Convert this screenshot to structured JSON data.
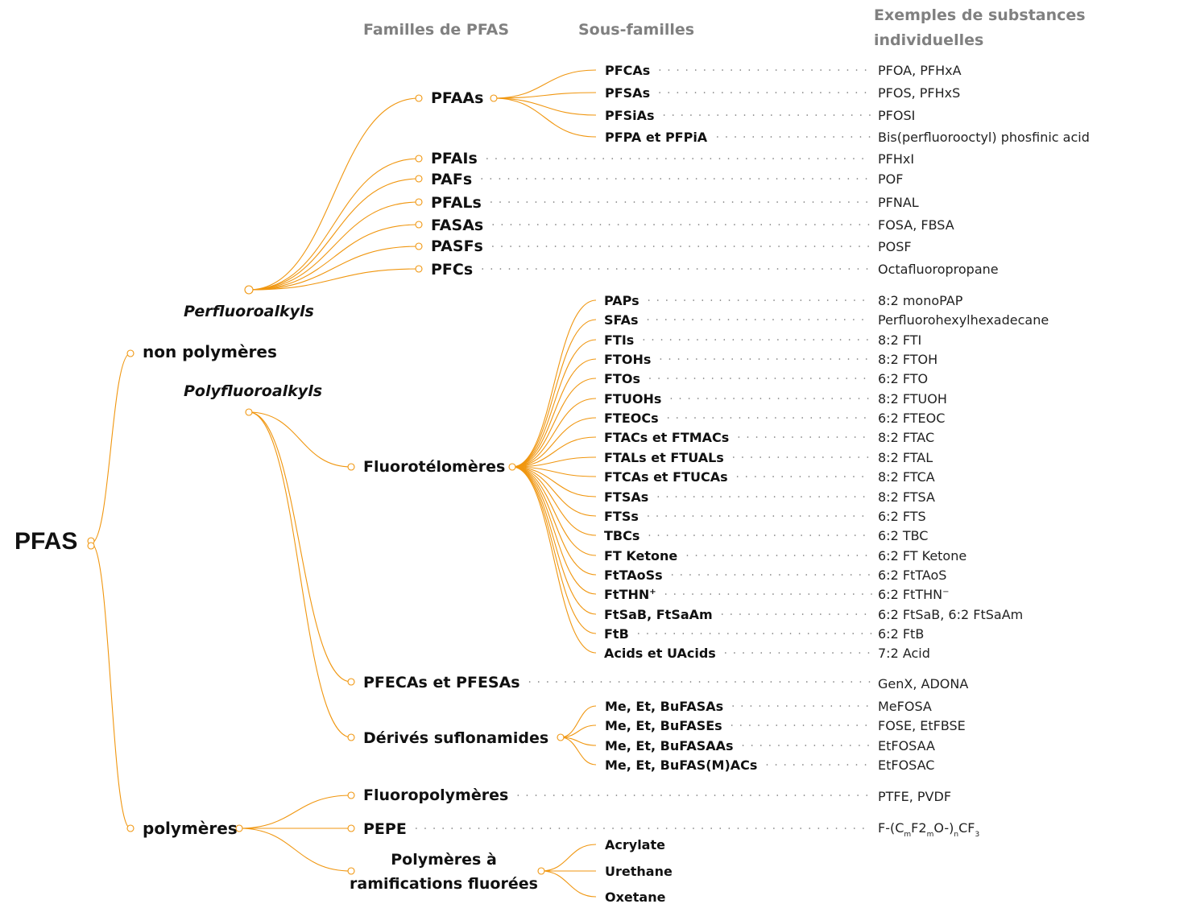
{
  "accent_color": "#F0960F",
  "headers": {
    "families": "Familles de PFAS",
    "subfamilies": "Sous-familles",
    "examples_line1": "Exemples de substances",
    "examples_line2": "individuelles"
  },
  "root": "PFAS",
  "branches": {
    "non_polymers": "non polymères",
    "polymers": "polymères"
  },
  "categories": {
    "perfluoroalkyls": "Perfluoroalkyls",
    "polyfluoroalkyls": "Polyfluoroalkyls"
  },
  "perfluoro": {
    "pfaas": {
      "label": "PFAAs",
      "subs": [
        {
          "label": "PFCAs",
          "example": "PFOA, PFHxA"
        },
        {
          "label": "PFSAs",
          "example": "PFOS, PFHxS"
        },
        {
          "label": "PFSiAs",
          "example": "PFOSI"
        },
        {
          "label": "PFPA et PFPiA",
          "example": "Bis(perfluorooctyl) phosfinic acid"
        }
      ]
    },
    "families": [
      {
        "label": "PFAIs",
        "example": "PFHxI"
      },
      {
        "label": "PAFs",
        "example": "POF"
      },
      {
        "label": "PFALs",
        "example": "PFNAL"
      },
      {
        "label": "FASAs",
        "example": "FOSA, FBSA"
      },
      {
        "label": "PASFs",
        "example": "POSF"
      },
      {
        "label": "PFCs",
        "example": "Octafluoropropane"
      }
    ]
  },
  "polyfluoro": {
    "fluorotelomers": {
      "label": "Fluorotélomères",
      "subs": [
        {
          "label": "PAPs",
          "example": "8:2 monoPAP"
        },
        {
          "label": "SFAs",
          "example": "Perfluorohexylhexadecane"
        },
        {
          "label": "FTIs",
          "example": "8:2 FTI"
        },
        {
          "label": "FTOHs",
          "example": "8:2 FTOH"
        },
        {
          "label": "FTOs",
          "example": "6:2 FTO"
        },
        {
          "label": "FTUOHs",
          "example": "8:2 FTUOH"
        },
        {
          "label": "FTEOCs",
          "example": "6:2 FTEOC"
        },
        {
          "label": "FTACs et FTMACs",
          "example": "8:2 FTAC"
        },
        {
          "label": "FTALs et FTUALs",
          "example": "8:2 FTAL"
        },
        {
          "label": "FTCAs et FTUCAs",
          "example": "8:2 FTCA"
        },
        {
          "label": "FTSAs",
          "example": "8:2 FTSA"
        },
        {
          "label": "FTSs",
          "example": "6:2 FTS"
        },
        {
          "label": "TBCs",
          "example": "6:2 TBC"
        },
        {
          "label": "FT Ketone",
          "example": "6:2 FT Ketone"
        },
        {
          "label": "FtTAoSs",
          "example": "6:2 FtTAoS"
        },
        {
          "label": "FtTHN",
          "label_sup": "+",
          "example": "6:2 FtTHN",
          "example_sup": "−"
        },
        {
          "label": "FtSaB, FtSaAm",
          "example": "6:2 FtSaB, 6:2 FtSaAm"
        },
        {
          "label": "FtB",
          "example": "6:2 FtB"
        },
        {
          "label": "Acids et UAcids",
          "example": "7:2 Acid"
        }
      ]
    },
    "pfecas": {
      "label": "PFECAs et PFESAs",
      "example": "GenX, ADONA"
    },
    "sulfonamides": {
      "label": "Dérivés suflonamides",
      "subs": [
        {
          "label": "Me, Et, BuFASAs",
          "example": "MeFOSA"
        },
        {
          "label": "Me, Et, BuFASEs",
          "example": "FOSE, EtFBSE"
        },
        {
          "label": "Me, Et, BuFASAAs",
          "example": "EtFOSAA"
        },
        {
          "label": "Me, Et, BuFAS(M)ACs",
          "example": "EtFOSAC"
        }
      ]
    }
  },
  "polymers": {
    "fluoropolymers": {
      "label": "Fluoropolymères",
      "example": "PTFE, PVDF"
    },
    "pepe": {
      "label": "PEPE",
      "formula": {
        "a": "F-(C",
        "s1": "m",
        "b": "F2",
        "s2": "m",
        "c": "O-)",
        "s3": "n",
        "d": "CF",
        "s4": "3"
      }
    },
    "side_chain": {
      "label_line1": "Polymères à",
      "label_line2": "ramifications fluorées",
      "subs": [
        "Acrylate",
        "Urethane",
        "Oxetane"
      ]
    }
  }
}
